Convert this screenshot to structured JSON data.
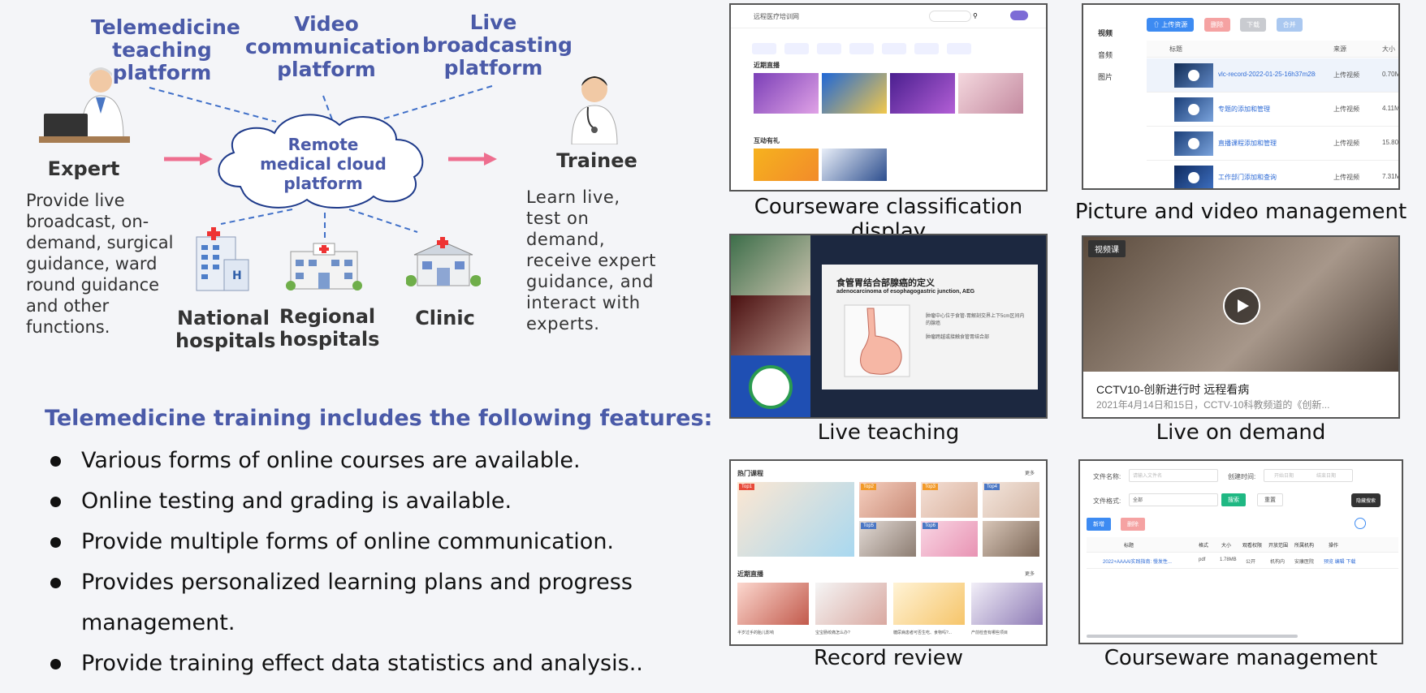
{
  "diagram": {
    "topics": [
      "Telemedicine teaching platform",
      "Video communication platform",
      "Live broadcasting platform"
    ],
    "center": "Remote medical cloud platform",
    "expert": {
      "label": "Expert",
      "desc": "Provide live broadcast, on-demand, surgical guidance, ward round guidance and other functions."
    },
    "trainee": {
      "label": "Trainee",
      "desc": "Learn live, test on demand, receive expert guidance, and interact with experts."
    },
    "facilities": [
      "National hospitals",
      "Regional hospitals",
      "Clinic"
    ]
  },
  "features": {
    "title": "Telemedicine training includes the following features:",
    "items": [
      "Various forms of online courses are available.",
      "Online testing and grading is available.",
      "Provide multiple forms of online communication.",
      "Provides personalized learning plans and progress management.",
      "Provide training effect data statistics and analysis.."
    ]
  },
  "screens": {
    "captions": [
      "Courseware classification display",
      "Picture and video management",
      "Live teaching",
      "Live on demand",
      "Record review",
      "Courseware management"
    ],
    "s1": {
      "title": "远程医疗培训网",
      "recent": "近期直播",
      "interact": "互动有礼"
    },
    "s2": {
      "sidebar": [
        "视频",
        "音频",
        "图片"
      ],
      "buttons": [
        "上传资源",
        "删除",
        "下载",
        "合并"
      ],
      "headers": [
        "标题",
        "来源",
        "大小"
      ],
      "rows": [
        {
          "title": "vlc-record-2022-01-25-16h37m28s-f",
          "source": "上传视频",
          "size": "0.70M"
        },
        {
          "title": "专题的添加和管理",
          "source": "上传视频",
          "size": "4.11M"
        },
        {
          "title": "直播课程添加和管理",
          "source": "上传视频",
          "size": "15.80M"
        },
        {
          "title": "工作部门添加和查询",
          "source": "上传视频",
          "size": "7.31M"
        }
      ]
    },
    "s3": {
      "slide_title": "食管胃结合部腺癌的定义",
      "slide_sub": "adenocarcinoma of esophagogastric junction, AEG",
      "bullets": [
        "肿瘤中心位于食管-胃解剖交界上下5cm区间内的腺癌",
        "肿瘤跨越或接触食管胃结合部"
      ]
    },
    "s4": {
      "badge": "视频课",
      "title": "CCTV10-创新进行时 远程看病",
      "sub": "2021年4月14日和15日，CCTV-10科教频道的《创新..."
    },
    "s5": {
      "hot": "热门课程",
      "recent": "近期直播",
      "more": "更多",
      "tops": [
        "Top1",
        "Top2",
        "Top3",
        "Top4",
        "Top5",
        "Top6"
      ],
      "live_titles": [
        "半岁过手的胎儿影响",
        "宝宝肠绞痛怎么办?",
        "糖尿病患者可否生吃、食物吗?...",
        "产前检查有哪些项目"
      ]
    },
    "s6": {
      "filename_label": "文件名称:",
      "filename_placeholder": "请输入文件名",
      "created_label": "创建时间:",
      "start": "开始日期",
      "end": "结束日期",
      "format_label": "文件格式:",
      "format_value": "全部",
      "search": "搜索",
      "reset": "重置",
      "add": "新增",
      "delete": "删除",
      "tooltip": "隐藏搜索",
      "headers": [
        "标题",
        "格式",
        "大小",
        "观看权限",
        "开放范围",
        "所属机构",
        "操作"
      ],
      "row": [
        "2022+AAAAI实践指南: 慢发性...",
        "pdf",
        "1.78MB",
        "公开",
        "机构内",
        "安康医院",
        "预览 编辑 下载"
      ]
    }
  }
}
